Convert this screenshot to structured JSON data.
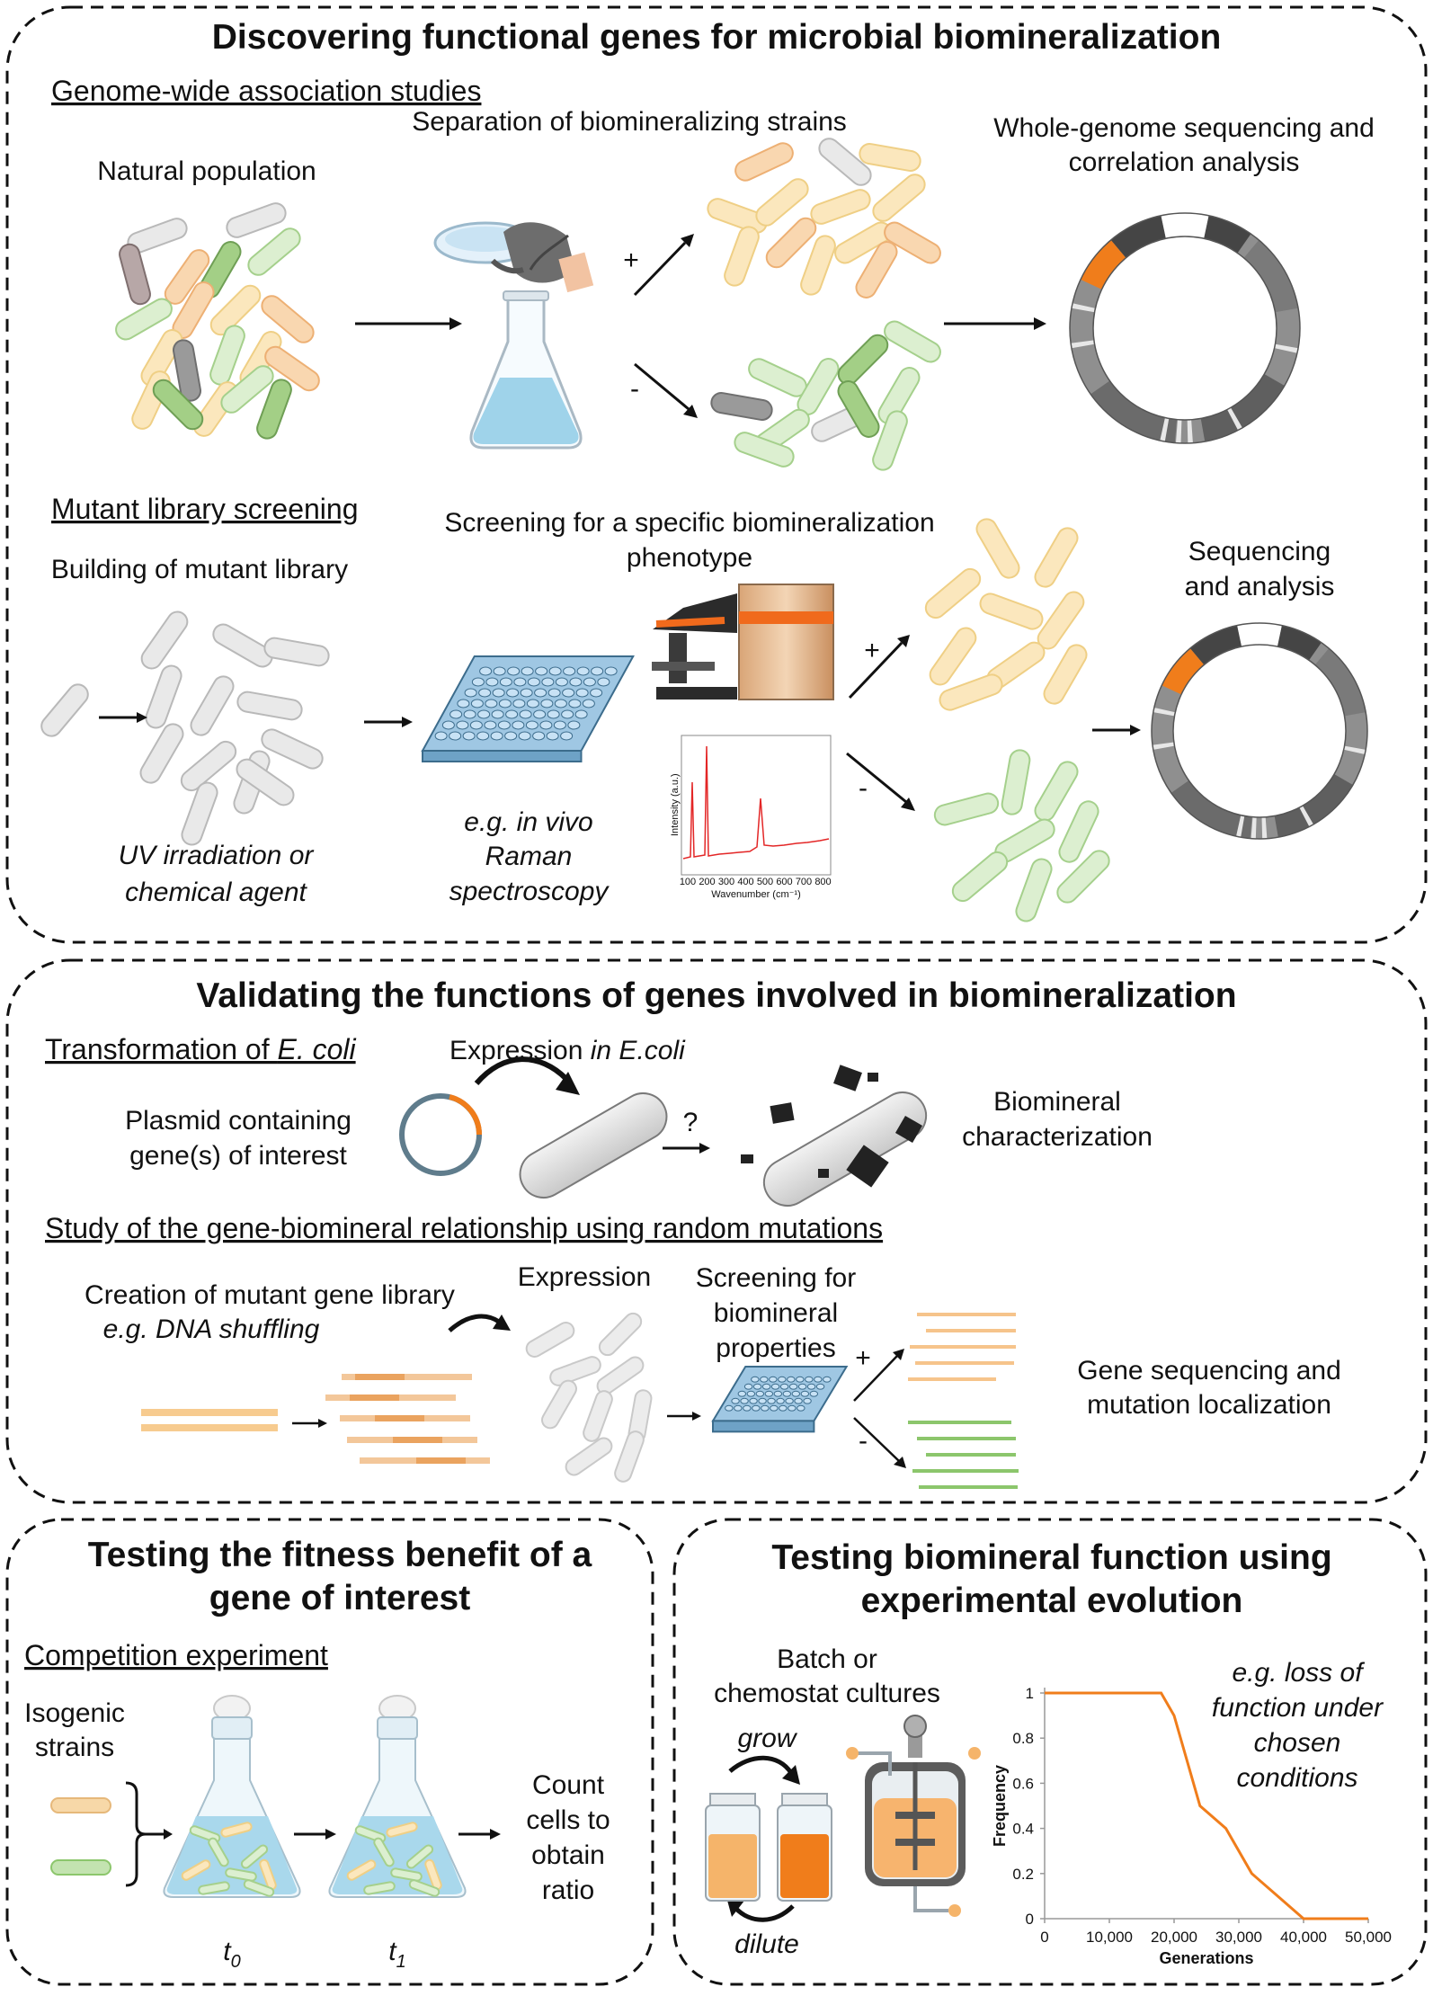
{
  "panels": {
    "discover": {
      "title": "Discovering functional genes for microbial biomineralization",
      "gwas": {
        "heading": "Genome-wide association studies",
        "natural_population": "Natural population",
        "separation": "Separation of biomineralizing strains",
        "plus": "+",
        "minus": "-",
        "wgs_line1": "Whole-genome sequencing and",
        "wgs_line2": "correlation analysis"
      },
      "mutant": {
        "heading": "Mutant library screening",
        "building": "Building of mutant library",
        "screening_line1": "Screening for a specific biomineralization",
        "screening_line2": "phenotype",
        "uv_line1": "UV irradiation or",
        "uv_line2": "chemical agent",
        "raman_line1": "e.g. in vivo",
        "raman_line2": "Raman",
        "raman_line3": "spectroscopy",
        "seq_line1": "Sequencing",
        "seq_line2": "and analysis",
        "plus": "+",
        "minus": "-",
        "spectrum_ylabel": "Intensity (a.u.)",
        "spectrum_xlabel": "Wavenumber (cm⁻¹)",
        "spectrum_ticks": [
          "100",
          "200",
          "300",
          "400",
          "500",
          "600",
          "700",
          "800"
        ]
      }
    },
    "validate": {
      "title": "Validating the functions of genes involved in biomineralization",
      "transform_heading_prefix": "Transformation of ",
      "transform_heading_italic": "E. coli",
      "expression_prefix": "Expression ",
      "expression_italic": "in E.coli",
      "plasmid_line1": "Plasmid containing",
      "plasmid_line2": "gene(s) of interest",
      "question": "?",
      "biomineral_line1": "Biomineral",
      "biomineral_line2": "characterization",
      "study_heading": "Study of the gene-biomineral relationship using random mutations",
      "creation_line1": "Creation of mutant gene library",
      "creation_line2": "e.g.  DNA shuffling",
      "expression": "Expression",
      "screen_line1": "Screening for",
      "screen_line2": "biomineral",
      "screen_line3": "properties",
      "plus": "+",
      "minus": "-",
      "geneseq_line1": "Gene sequencing and",
      "geneseq_line2": "mutation localization"
    },
    "fitness": {
      "title_line1": "Testing the fitness benefit of a",
      "title_line2": "gene of interest",
      "heading": "Competition experiment",
      "isogenic_line1": "Isogenic",
      "isogenic_line2": "strains",
      "t0": "t",
      "t0_sub": "0",
      "t1": "t",
      "t1_sub": "1",
      "count_line1": "Count",
      "count_line2": "cells to",
      "count_line3": "obtain",
      "count_line4": "ratio"
    },
    "evolution": {
      "title_line1": "Testing biomineral function using",
      "title_line2": "experimental evolution",
      "batch_line1": "Batch or",
      "batch_line2": "chemostat cultures",
      "grow": "grow",
      "dilute": "dilute",
      "note_line1": "e.g. loss of",
      "note_line2": "function under",
      "note_line3": "chosen",
      "note_line4": "conditions"
    }
  },
  "chart_data": {
    "type": "line",
    "xlabel": "Generations",
    "ylabel": "Frequency",
    "xlim": [
      0,
      50000
    ],
    "ylim": [
      0,
      1
    ],
    "xticks": [
      0,
      10000,
      20000,
      30000,
      40000,
      50000
    ],
    "xtick_labels": [
      "0",
      "10,000",
      "20,000",
      "30,000",
      "40,000",
      "50,000"
    ],
    "yticks": [
      0,
      0.2,
      0.4,
      0.6,
      0.8,
      1
    ],
    "ytick_labels": [
      "0",
      "0.2",
      "0.4",
      "0.6",
      "0.8",
      "1"
    ],
    "grid": false,
    "series": [
      {
        "x": [
          0,
          18000,
          20000,
          24000,
          28000,
          32000,
          36000,
          40000,
          50000
        ],
        "y": [
          1,
          1,
          0.9,
          0.5,
          0.4,
          0.2,
          0.1,
          0,
          0
        ],
        "color": "#f07d1b"
      }
    ]
  },
  "colors": {
    "orange": "#f07d1b",
    "pale_orange": "#f7cb8f",
    "pale_green": "#b9dca8",
    "green": "#8cc66c",
    "grey_cell": "#d9d9d9",
    "dark_grey": "#5b5b5b",
    "liquid_blue": "#9fd3ea",
    "well_blue": "#a9d2ef",
    "raman_red": "#e32626"
  }
}
